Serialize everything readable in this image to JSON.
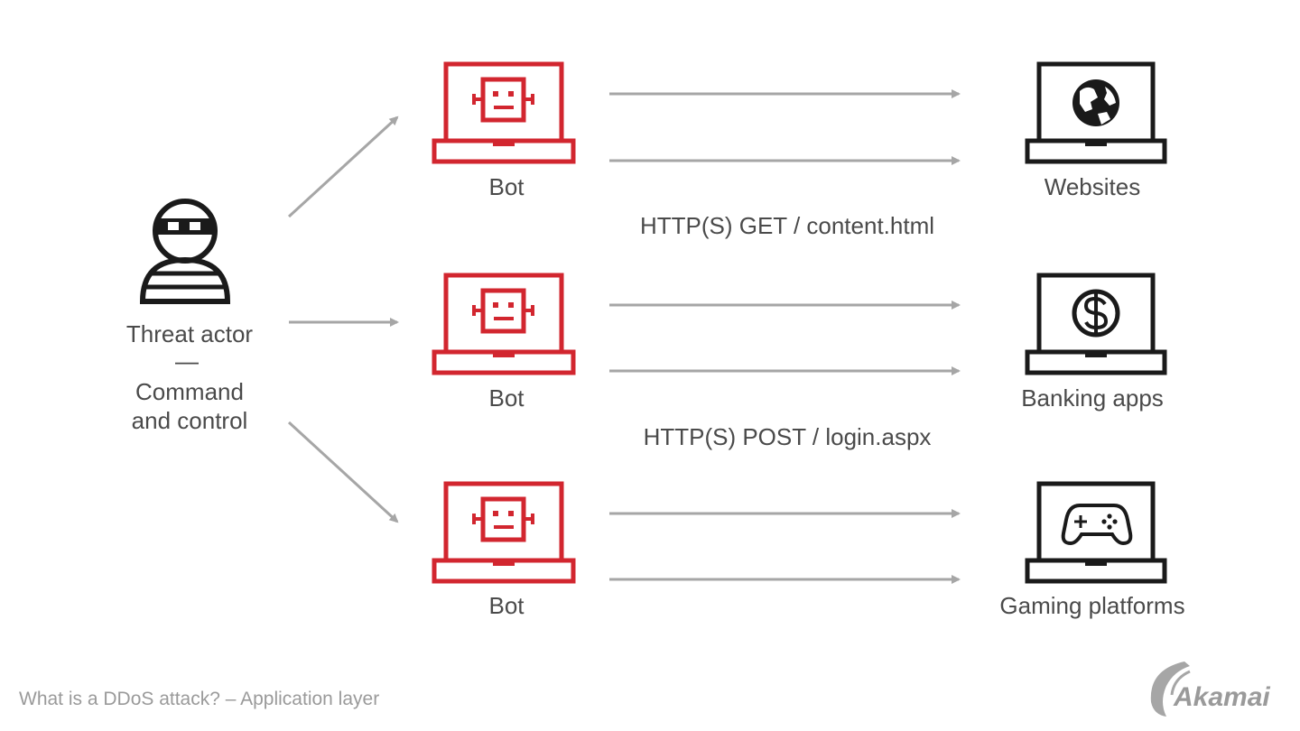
{
  "actor": {
    "line1": "Threat actor",
    "separator": "—",
    "line2": "Command",
    "line3": "and control"
  },
  "bots": [
    {
      "label": "Bot"
    },
    {
      "label": "Bot"
    },
    {
      "label": "Bot"
    }
  ],
  "requests": {
    "get": "HTTP(S) GET / content.html",
    "post": "HTTP(S) POST / login.aspx"
  },
  "targets": [
    {
      "label": "Websites",
      "icon": "globe-icon"
    },
    {
      "label": "Banking apps",
      "icon": "dollar-icon"
    },
    {
      "label": "Gaming platforms",
      "icon": "gamepad-icon"
    }
  ],
  "caption": "What is a DDoS attack? – Application layer",
  "brand": "Akamai",
  "colors": {
    "bot": "#d2262f",
    "target": "#1a1a1a",
    "arrow": "#a6a6a6",
    "text": "#4a4a4a",
    "caption": "#9a9a9a"
  }
}
